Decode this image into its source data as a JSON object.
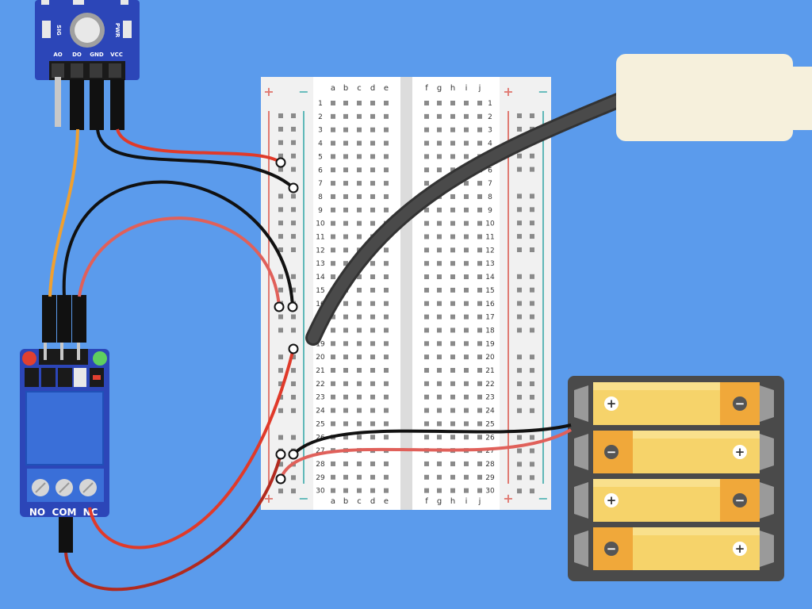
{
  "sensor": {
    "side_labels": [
      "SIG",
      "PWR"
    ],
    "pin_labels": [
      "AO",
      "DO",
      "GND",
      "VCC"
    ]
  },
  "relay": {
    "terminal_labels": [
      "NO",
      "COM",
      "NC"
    ]
  },
  "breadboard": {
    "columns_left": [
      "a",
      "b",
      "c",
      "d",
      "e"
    ],
    "columns_right": [
      "f",
      "g",
      "h",
      "i",
      "j"
    ],
    "row_count": 30,
    "rail_plus": "+",
    "rail_minus": "−"
  },
  "battery": {
    "cells": [
      {
        "left": "+",
        "right": "−"
      },
      {
        "left": "−",
        "right": "+"
      },
      {
        "left": "+",
        "right": "−"
      },
      {
        "left": "−",
        "right": "+"
      }
    ]
  },
  "colors": {
    "background": "#5b9bec",
    "wire_red": "#e03a2a",
    "wire_dark_red": "#b22a1e",
    "wire_black": "#111111",
    "wire_orange": "#f0a030",
    "wire_pink": "#e0605a",
    "usb_cable": "#444444",
    "usb_plug": "#f6f0dc",
    "module_blue": "#2c46b8",
    "relay_blue": "#3a6fd8",
    "battery_holder": "#4a4a4a",
    "battery_body": "#f6d36a"
  }
}
